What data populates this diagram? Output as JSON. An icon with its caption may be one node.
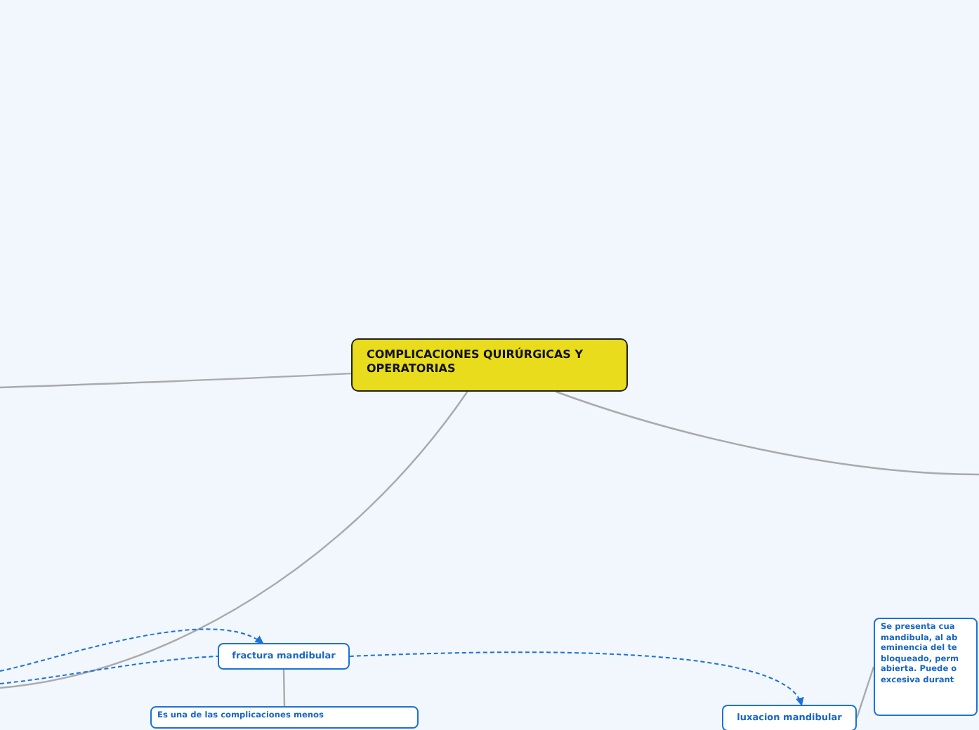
{
  "diagram": {
    "nodes": [
      {
        "text": [
          "COMPLICACIONES QUIRÚRGICAS Y OPERATORIAS"
        ]
      },
      {
        "text": [
          "fractura mandibular"
        ]
      },
      {
        "text": [
          "Es una de las complicaciones menos"
        ]
      },
      {
        "text": [
          "luxacion mandibular"
        ]
      },
      {
        "text": [
          "Se presenta cua mandibula, al ab eminencia del te bloqueado, perm abierta. Puede o excesiva durant"
        ]
      }
    ],
    "edges": [
      {
        "from": 0,
        "to": null,
        "arrow": "none"
      },
      {
        "from": 0,
        "to": null,
        "arrow": "none"
      },
      {
        "from": 0,
        "to": null,
        "arrow": "none"
      },
      {
        "from": null,
        "to": 1,
        "arrow": "to",
        "style": "dashed",
        "color": "#1a73d9"
      },
      {
        "from": null,
        "to": 1,
        "arrow": "none",
        "style": "dashed",
        "color": "#1a73d9"
      },
      {
        "from": 1,
        "to": 3,
        "arrow": "to",
        "style": "dashed",
        "color": "#1a73d9"
      },
      {
        "from": 1,
        "to": 2,
        "arrow": "none"
      },
      {
        "from": 3,
        "to": 4,
        "arrow": "none"
      }
    ]
  }
}
